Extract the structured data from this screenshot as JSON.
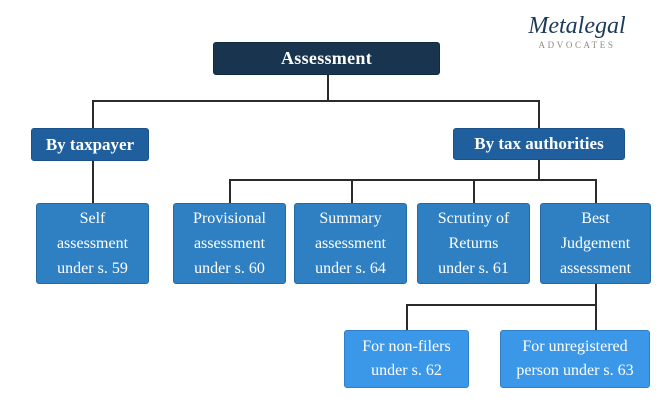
{
  "logo": {
    "brand": "Metalegal",
    "tagline": "ADVOCATES"
  },
  "colors": {
    "level1_fill": "#18344e",
    "level2_fill": "#1f5f9d",
    "level3_fill": "#2f80c3",
    "level4_fill": "#3b97e8",
    "text": "#ffffff",
    "connector": "#2b2b2b",
    "brand_text": "#1c3a5a",
    "tagline_text": "#8f8a80"
  },
  "diagram": {
    "title": "Assessment",
    "nodes": {
      "assessment": "Assessment",
      "by_taxpayer": "By taxpayer",
      "by_tax_authorities": "By tax authorities",
      "self_assessment": "Self\nassessment\nunder s. 59",
      "provisional_assessment": "Provisional\nassessment\nunder s. 60",
      "summary_assessment": "Summary\nassessment\nunder s. 64",
      "scrutiny_of_returns": "Scrutiny of\nReturns\nunder s. 61",
      "best_judgement": "Best\nJudgement\nassessment",
      "non_filers": "For non-filers\nunder s. 62",
      "unregistered_person": "For unregistered\nperson under s. 63"
    },
    "hierarchy": {
      "Assessment": {
        "By taxpayer": [
          "Self assessment under s. 59"
        ],
        "By tax authorities": {
          "Provisional assessment under s. 60": [],
          "Summary assessment under s. 64": [],
          "Scrutiny of Returns under s. 61": [],
          "Best Judgement assessment": [
            "For non-filers under s. 62",
            "For unregistered person under s. 63"
          ]
        }
      }
    }
  }
}
